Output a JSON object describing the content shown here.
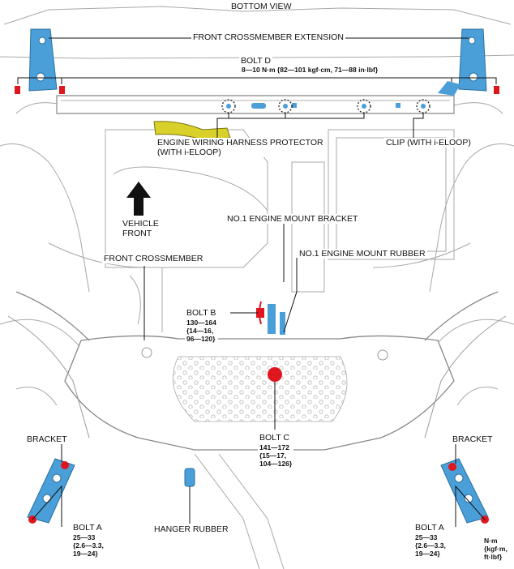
{
  "title": "BOTTOM VIEW",
  "labels": {
    "front_crossmember_extension": "FRONT CROSSMEMBER EXTENSION",
    "bolt_d": "BOLT D",
    "bolt_d_spec": "8—10 N·m {82—101 kgf·cm, 71—88 in·lbf}",
    "engine_wiring_harness_protector_line1": "ENGINE WIRING HARNESS PROTECTOR",
    "engine_wiring_harness_protector_line2": "(WITH i-ELOOP)",
    "clip": "CLIP (WITH i-ELOOP)",
    "vehicle_front_line1": "VEHICLE",
    "vehicle_front_line2": "FRONT",
    "no1_engine_mount_bracket": "NO.1 ENGINE MOUNT BRACKET",
    "front_crossmember": "FRONT CROSSMEMBER",
    "no1_engine_mount_rubber": "NO.1 ENGINE MOUNT RUBBER",
    "bolt_b": "BOLT B",
    "bolt_b_spec": [
      "130—164",
      "{14—16,",
      "96—120}"
    ],
    "bolt_c": "BOLT C",
    "bolt_c_spec": [
      "141—172",
      "{15—17,",
      "104—126}"
    ],
    "bracket_left": "BRACKET",
    "bracket_right": "BRACKET",
    "bolt_a_left": "BOLT A",
    "bolt_a_left_spec": [
      "25—33",
      "{2.6—3.3,",
      "19—24}"
    ],
    "bolt_a_right": "BOLT A",
    "bolt_a_right_spec": [
      "25—33",
      "{2.6—3.3,",
      "19—24}"
    ],
    "hanger_rubber": "HANGER RUBBER",
    "unit_legend": [
      "N·m",
      "{kgf·m,",
      "ft·lbf}"
    ]
  },
  "colors": {
    "part_highlight": "#4a9fd8",
    "bolt_red": "#e0161e",
    "harness_yellow": "#d9d12a",
    "line_art": "#9a9a9a"
  }
}
